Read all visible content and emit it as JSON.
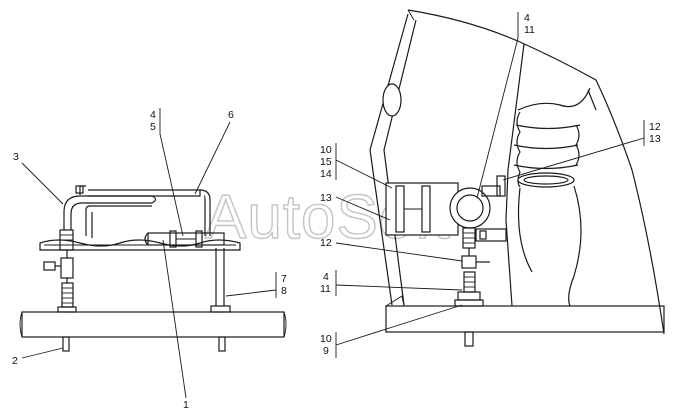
{
  "watermark": "AutoSoft",
  "left_assembly": {
    "callouts": {
      "c1": "1",
      "c2": "2",
      "c3": "3",
      "c4": "4",
      "c5": "5",
      "c6": "6",
      "c7": "7",
      "c8": "8"
    }
  },
  "right_assembly": {
    "callouts": {
      "top_a": "4",
      "top_b": "11",
      "r12": "12",
      "r13": "13",
      "l10": "10",
      "l15": "15",
      "l14": "14",
      "l13": "13",
      "l12": "12",
      "l4": "4",
      "l11": "11",
      "b10": "10",
      "b9": "9"
    }
  }
}
